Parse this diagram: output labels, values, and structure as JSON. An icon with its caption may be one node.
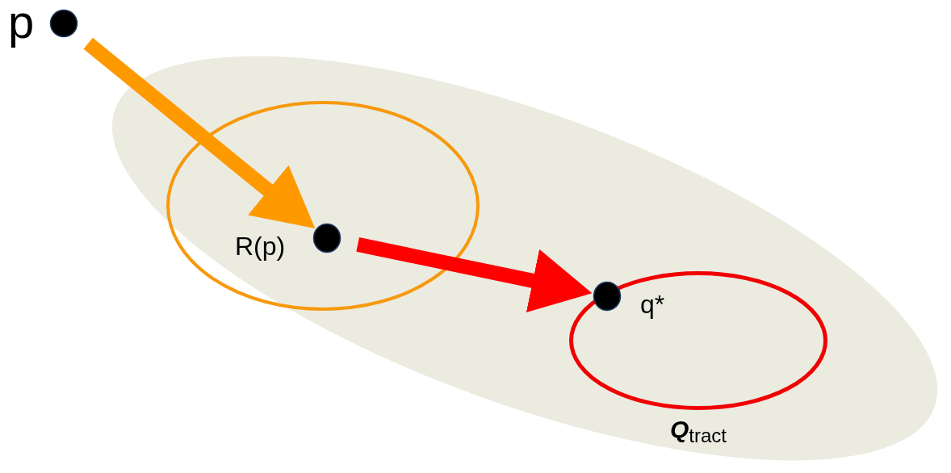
{
  "diagram": {
    "nodes": [
      {
        "text": [
          "**Q**$_{tract}$"
        ]
      },
      {
        "text": [],
        "shape": "ellipse",
        "in": 0
      },
      {
        "text": [],
        "shape": "ellipse",
        "in": 0
      },
      {
        "text": [],
        "shape": "circle",
        "beside": [
          "p"
        ]
      },
      {
        "text": [],
        "shape": "circle",
        "in": 1,
        "beside": [
          "R(p)"
        ]
      },
      {
        "text": [],
        "shape": "circle",
        "in": 2,
        "beside": [
          "q*"
        ]
      }
    ],
    "edges": [
      {
        "from": 3,
        "to": 4,
        "arrow": "to",
        "color": "#ff9900"
      },
      {
        "from": 4,
        "to": 5,
        "arrow": "to",
        "color": "#ff0000"
      }
    ]
  }
}
